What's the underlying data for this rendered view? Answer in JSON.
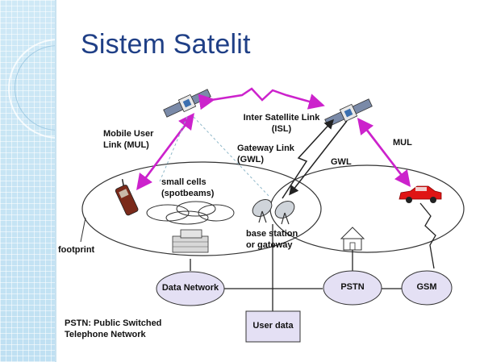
{
  "title": "Sistem Satelit",
  "labels": {
    "isl_line1": "Inter Satellite Link",
    "isl_line2": "(ISL)",
    "mul_left_line1": "Mobile User",
    "mul_left_line2": "Link (MUL)",
    "gwl_line1": "Gateway Link",
    "gwl_line2": "(GWL)",
    "gwl_right": "GWL",
    "mul_right": "MUL",
    "small_cells_line1": "small cells",
    "small_cells_line2": "(spotbeams)",
    "base_station_line1": "base station",
    "base_station_line2": "or gateway",
    "footprint": "footprint",
    "pstn_note_line1": "PSTN: Public Switched",
    "pstn_note_line2": "Telephone Network"
  },
  "nodes": {
    "data_network": "Data Network",
    "pstn": "PSTN",
    "gsm": "GSM",
    "user_data": "User data"
  },
  "colors": {
    "title": "#1f3f86",
    "link_magenta": "#cc22cc",
    "node_fill": "#e4e0f4",
    "sidebar": "#cfe9f6"
  }
}
